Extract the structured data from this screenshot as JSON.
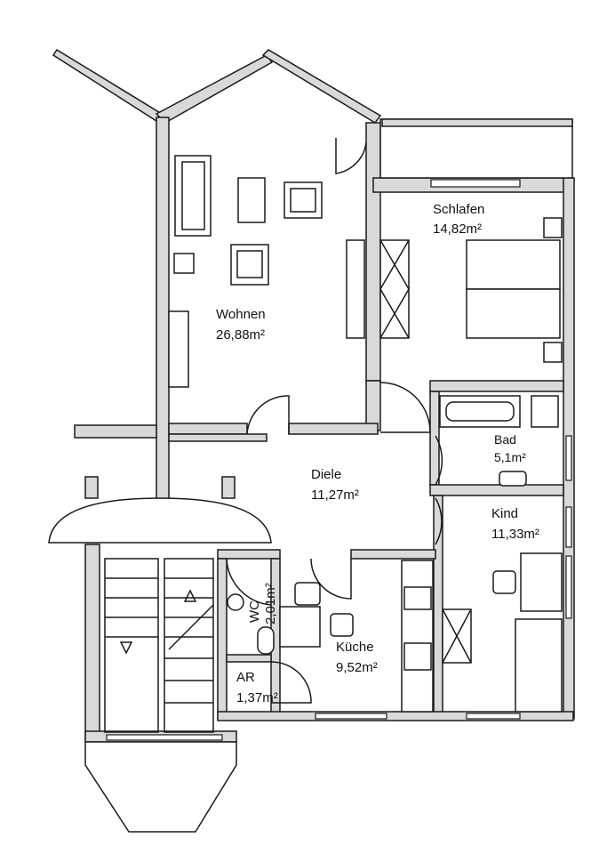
{
  "rooms": {
    "wohnen": {
      "name": "Wohnen",
      "area": "26,88m²"
    },
    "schlafen": {
      "name": "Schlafen",
      "area": "14,82m²"
    },
    "bad": {
      "name": "Bad",
      "area": "5,1m²"
    },
    "diele": {
      "name": "Diele",
      "area": "11,27m²"
    },
    "kind": {
      "name": "Kind",
      "area": "11,33m²"
    },
    "wc": {
      "name": "WC",
      "area": "2,01m²"
    },
    "kueche": {
      "name": "Küche",
      "area": "9,52m²"
    },
    "ar": {
      "name": "AR",
      "area": "1,37m²"
    }
  }
}
